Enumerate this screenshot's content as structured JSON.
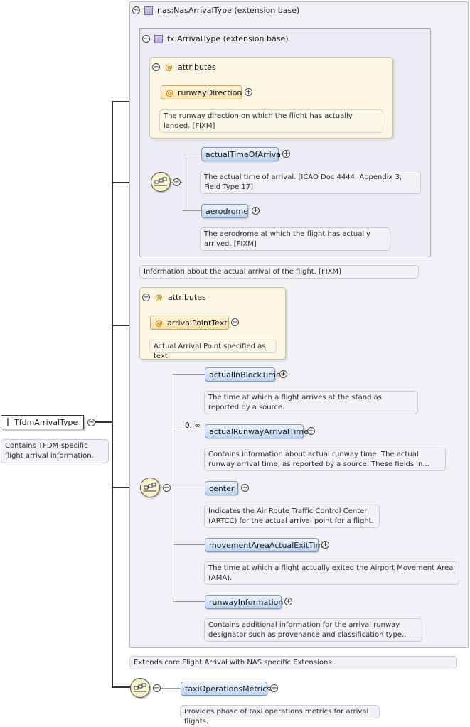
{
  "root": {
    "name": "TfdmArrivalType",
    "doc": "Contains TFDM-specific flight arrival information."
  },
  "nas_ext": {
    "title": "nas:NasArrivalType (extension base)",
    "doc": "Extends core Flight Arrival with NAS specific Extensions."
  },
  "fx_ext": {
    "title": "fx:ArrivalType (extension base)",
    "doc": "Information about the actual arrival of the flight. [FIXM]",
    "attributes_label": "attributes",
    "attributes": [
      {
        "name": "runwayDirection",
        "doc": "The runway direction on which the flight has actually landed. [FIXM]"
      }
    ],
    "elements": [
      {
        "name": "actualTimeOfArrival",
        "doc": "The actual time of arrival. [ICAO Doc 4444, Appendix 3, Field Type 17]"
      },
      {
        "name": "aerodrome",
        "doc": "The aerodrome at which the flight has actually arrived. [FIXM]"
      }
    ]
  },
  "nas_attrs": {
    "label": "attributes",
    "items": [
      {
        "name": "arrivalPointText",
        "doc": "Actual Arrival Point specified as text"
      }
    ]
  },
  "nas_seq": {
    "cardinality": "0..∞",
    "elements": [
      {
        "name": "actualInBlockTime",
        "doc": "The time at which a flight arrives at the stand as reported by a source."
      },
      {
        "name": "actualRunwayArrivalTime",
        "doc": "Contains information about actual runway time. The actual runway arrival time, as reported by a source. These fields in..."
      },
      {
        "name": "center",
        "doc": "Indicates the Air Route Traffic Control Center (ARTCC) for the actual arrival point for a flight."
      },
      {
        "name": "movementAreaActualExitTime",
        "doc": "The time at which a flight actually exited the Airport Movement Area (AMA)."
      },
      {
        "name": "runwayInformation",
        "doc": "Contains additional information for the arrival runway designator such as provenance and classification type.."
      }
    ]
  },
  "tfdm_seq": {
    "elements": [
      {
        "name": "taxiOperationsMetrics",
        "doc": "Provides phase of taxi operations metrics for arrival flights."
      }
    ]
  },
  "icons": {
    "collapse": "minus-circle-icon",
    "expand": "plus-circle-icon",
    "type": "complex-type-icon",
    "attribute": "attribute-at-icon",
    "sequence": "sequence-compositor-icon"
  },
  "colors": {
    "element_fill": "#bcd2ee",
    "attribute_fill": "#f7e0a8",
    "compositor_fill": "#f1eab8",
    "extension_bg": "#f1f1f6"
  }
}
